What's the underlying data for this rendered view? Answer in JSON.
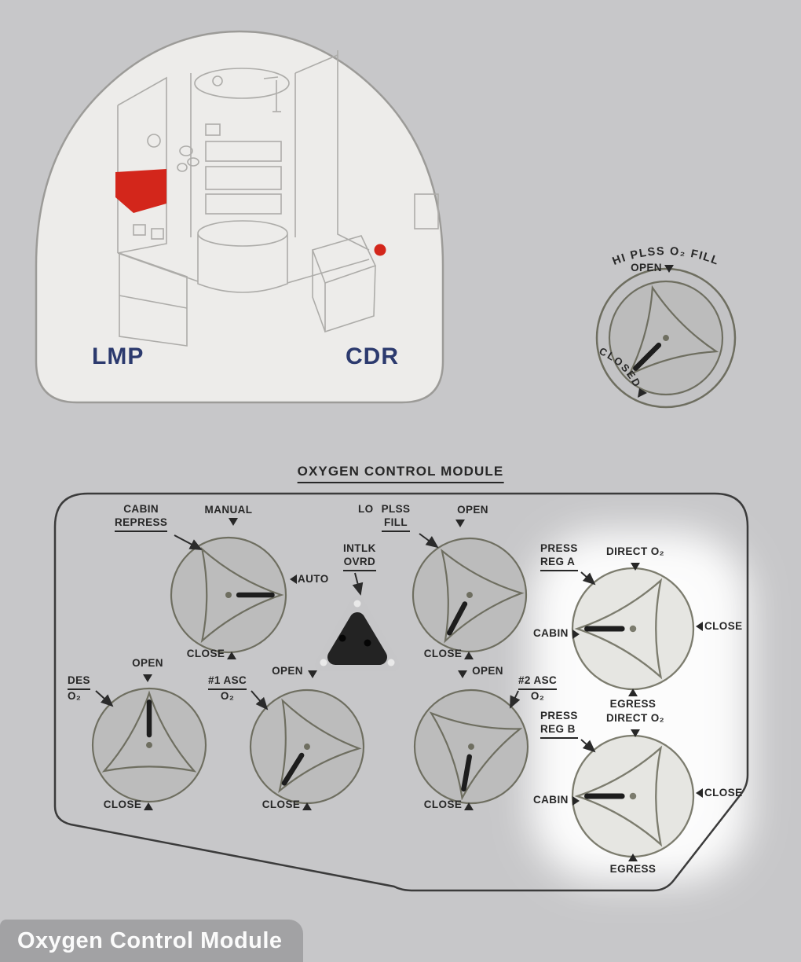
{
  "caption": "Oxygen Control Module",
  "heading": "OXYGEN CONTROL MODULE",
  "cabin_diagram": {
    "lmp": "LMP",
    "cdr": "CDR"
  },
  "hi_plss_valve": {
    "label": "HI PLSS O₂ FILL",
    "open": "OPEN",
    "closed": "CLOSED",
    "pointing": "CLOSED"
  },
  "ocm": {
    "cabin_repress": {
      "name1": "CABIN",
      "name2": "REPRESS",
      "pos_manual": "MANUAL",
      "pos_auto": "AUTO",
      "pos_close": "CLOSE",
      "pointing": "AUTO"
    },
    "intlk_ovrd": {
      "name1": "INTLK",
      "name2": "OVRD"
    },
    "plss_fill": {
      "prefix": "LO",
      "name1": "PLSS",
      "name2": "FILL",
      "pos_open": "OPEN",
      "pos_close": "CLOSE",
      "pointing": "CLOSE"
    },
    "press_reg_a": {
      "name1": "PRESS",
      "name2": "REG A",
      "pos_direct": "DIRECT O₂",
      "pos_close": "CLOSE",
      "pos_egress": "EGRESS",
      "pos_cabin": "CABIN",
      "pointing": "CABIN"
    },
    "des_o2": {
      "name1": "DES",
      "name2": "O₂",
      "pos_open": "OPEN",
      "pos_close": "CLOSE",
      "pointing": "OPEN"
    },
    "asc1_o2": {
      "name1": "#1 ASC",
      "name2": "O₂",
      "pos_open": "OPEN",
      "pos_close": "CLOSE",
      "pointing": "CLOSE"
    },
    "asc2_o2": {
      "name1": "#2 ASC",
      "name2": "O₂",
      "pos_open": "OPEN",
      "pos_close": "CLOSE",
      "pointing": "CLOSE"
    },
    "press_reg_b": {
      "name1": "PRESS",
      "name2": "REG B",
      "pos_direct": "DIRECT O₂",
      "pos_close": "CLOSE",
      "pos_egress": "EGRESS",
      "pos_cabin": "CABIN",
      "pointing": "CABIN"
    }
  },
  "colors": {
    "highlight_red": "#d3261b",
    "label_navy": "#2c3a6e",
    "line_dark": "#2b2b2b"
  }
}
